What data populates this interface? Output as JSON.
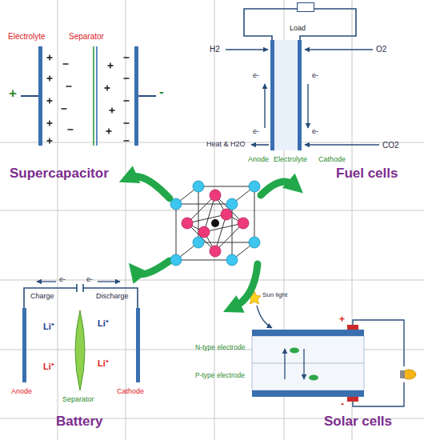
{
  "diagram": {
    "nodes": [
      {
        "text": [
          "Load"
        ]
      }
    ],
    "labels": [
      "Electrolyte",
      "Separator",
      "+",
      "-",
      "Supercapacitor",
      "H2",
      "O2",
      "e-",
      "e-",
      "e-",
      "e-",
      "Heat & H2O",
      "CO2",
      "Anode",
      "Electrolyte",
      "Cathode",
      "Fuel cells",
      "e-",
      "e-",
      "Charge",
      "Discharge",
      "Li⁺",
      "Li⁺",
      "Li⁺",
      "Li⁺",
      "Anode",
      "Separator",
      "Cathode",
      "Battery",
      "Sun light",
      "+",
      "-",
      "N-type electrode",
      "P-type electrode",
      "Solar cells"
    ]
  }
}
